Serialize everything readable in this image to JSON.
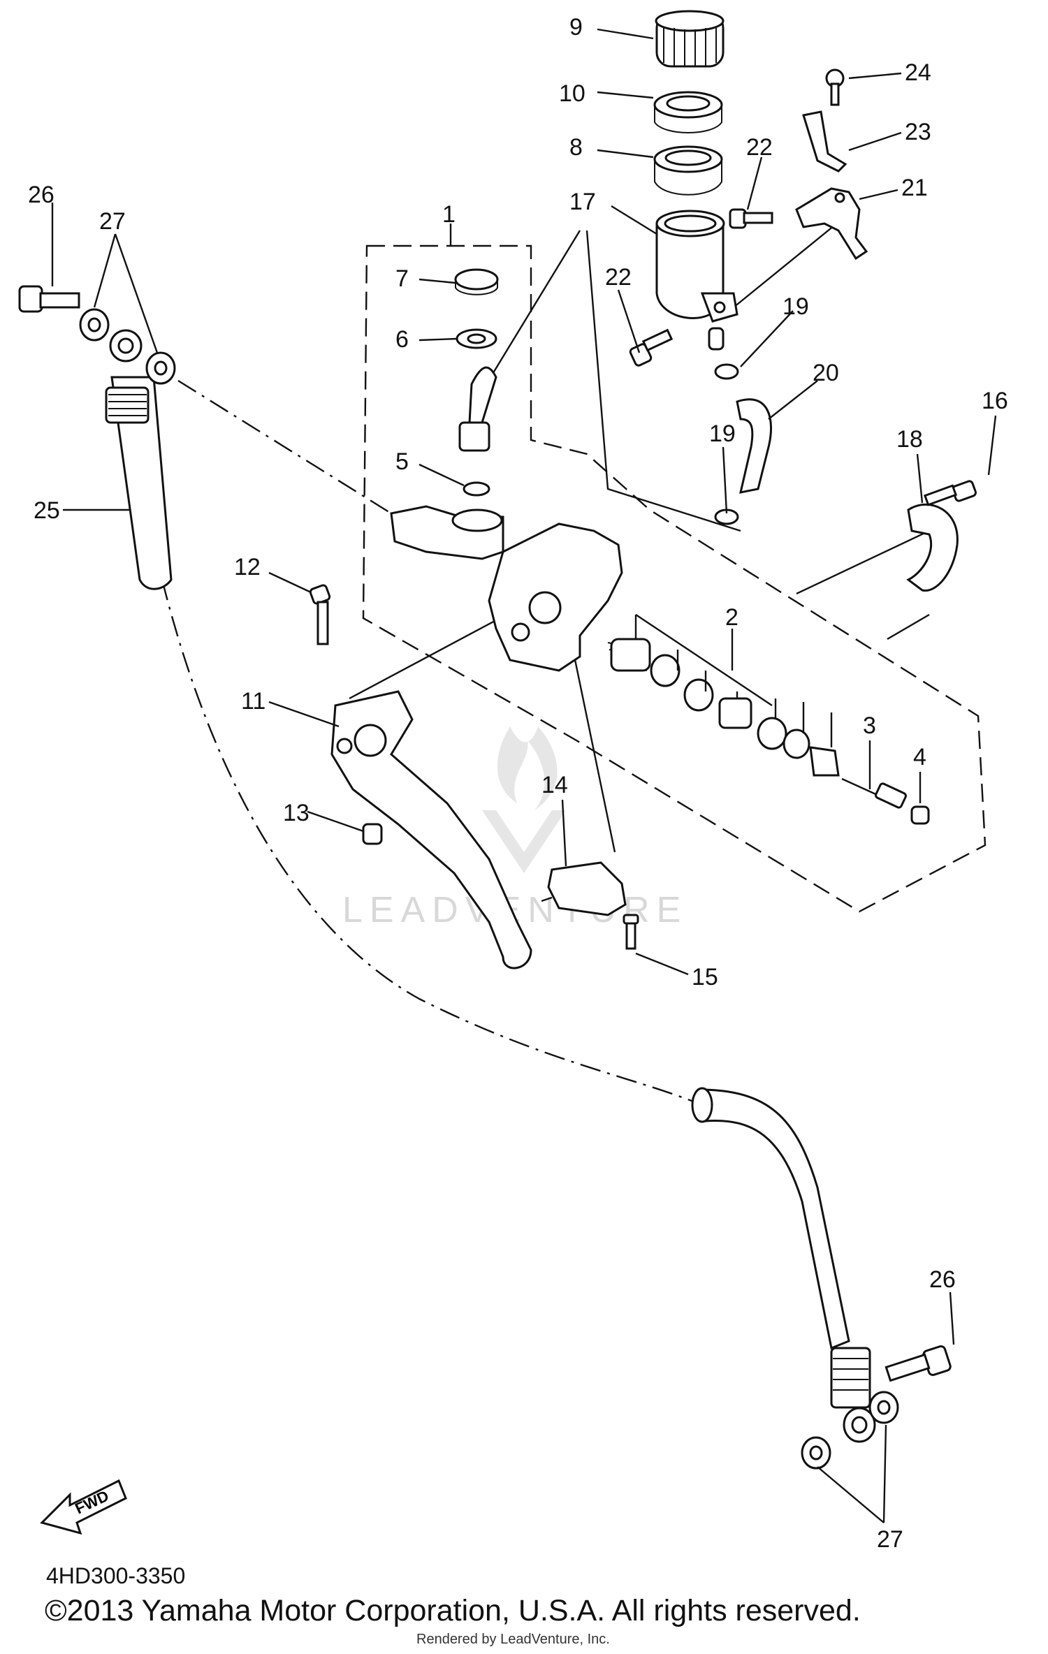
{
  "diagram_code": "4HD300-3350",
  "copyright": "©2013 Yamaha Motor Corporation, U.S.A. All rights reserved.",
  "render_credit": "Rendered by LeadVenture, Inc.",
  "watermark": "LEADVENTURE",
  "fwd_label": "FWD",
  "callouts": {
    "c1": "1",
    "c2": "2",
    "c3": "3",
    "c4": "4",
    "c5": "5",
    "c6": "6",
    "c7": "7",
    "c8": "8",
    "c9": "9",
    "c10": "10",
    "c11": "11",
    "c12": "12",
    "c13": "13",
    "c14": "14",
    "c15": "15",
    "c16": "16",
    "c17": "17",
    "c18": "18",
    "c19a": "19",
    "c19b": "19",
    "c20": "20",
    "c21": "21",
    "c22a": "22",
    "c22b": "22",
    "c23": "23",
    "c24": "24",
    "c25": "25",
    "c26a": "26",
    "c26b": "26",
    "c27a": "27",
    "c27b": "27"
  }
}
